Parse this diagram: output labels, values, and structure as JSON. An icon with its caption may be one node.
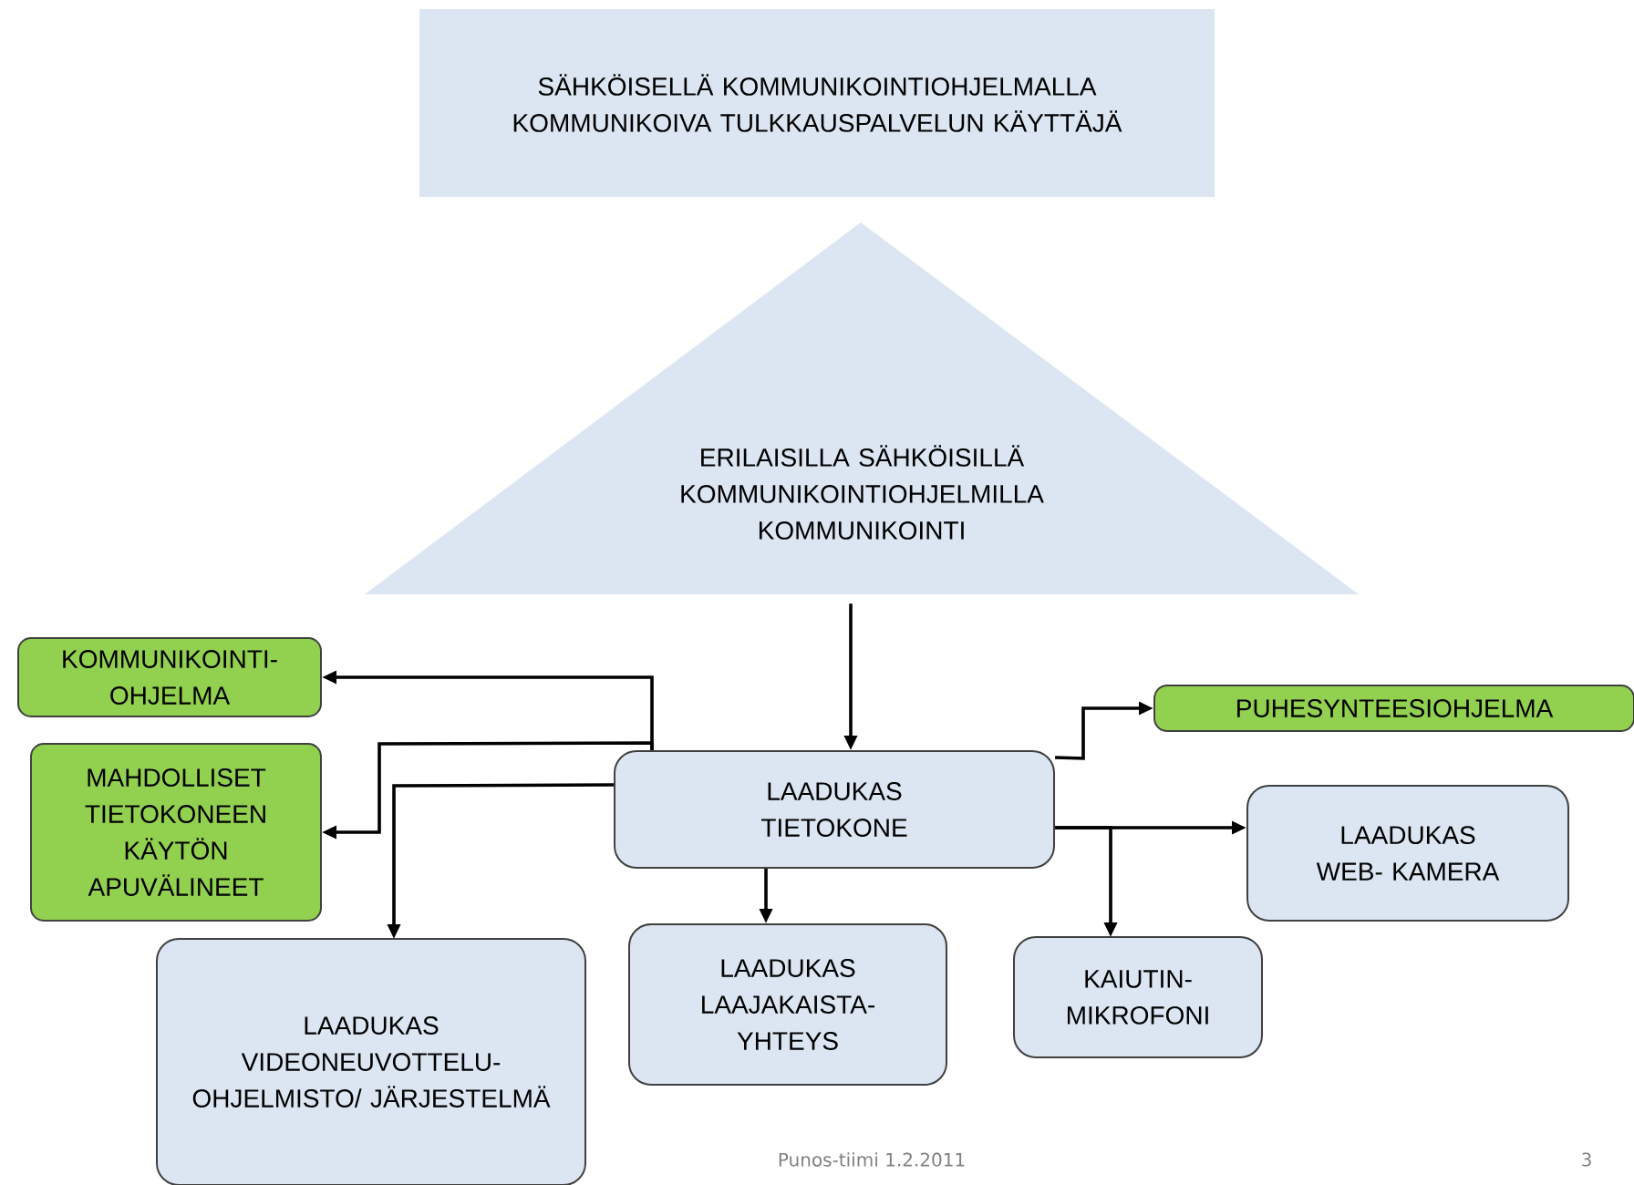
{
  "diagram": {
    "nodes": [
      {
        "text": [
          "SÄHKÖISELLÄ KOMMUNIKOINTIOHJELMALLA KOMMUNIKOIVA TULKKAUSPALVELUN KÄYTTÄJÄ"
        ]
      },
      {
        "text": [
          "ERILAISILLA SÄHKÖISILLÄ KOMMUNIKOINTIOHJELMILLA KOMMUNIKOINTI"
        ]
      },
      {
        "text": [
          "KOMMUNIKOINTI- OHJELMA"
        ]
      },
      {
        "text": [
          "MAHDOLLISET TIETOKONEEN KÄYTÖN APUVÄLINEET"
        ]
      },
      {
        "text": [
          "PUHESYNTEESIOHJELMA"
        ]
      },
      {
        "text": [
          "LAADUKAS TIETOKONE"
        ]
      },
      {
        "text": [
          "LAADUKAS WEB- KAMERA"
        ]
      },
      {
        "text": [
          "LAADUKAS VIDEONEUVOTTELU- OHJELMISTO/ JÄRJESTELMÄ"
        ]
      },
      {
        "text": [
          "LAADUKAS LAAJAKAISTA- YHTEYS"
        ]
      },
      {
        "text": [
          "KAIUTIN- MIKROFONI"
        ]
      }
    ],
    "edges": [
      {
        "from": 1,
        "to": 5,
        "arrow": "to"
      },
      {
        "from": 5,
        "to": 2,
        "arrow": "to"
      },
      {
        "from": 5,
        "to": 3,
        "arrow": "to"
      },
      {
        "from": 5,
        "to": 7,
        "arrow": "to"
      },
      {
        "from": 5,
        "to": 8,
        "arrow": "to"
      },
      {
        "from": 5,
        "to": 4,
        "arrow": "to"
      },
      {
        "from": 5,
        "to": 6,
        "arrow": "to"
      },
      {
        "from": 5,
        "to": 9,
        "arrow": "to"
      }
    ],
    "labels": [
      "Punos-tiimi 1.2.2011",
      "3"
    ]
  }
}
